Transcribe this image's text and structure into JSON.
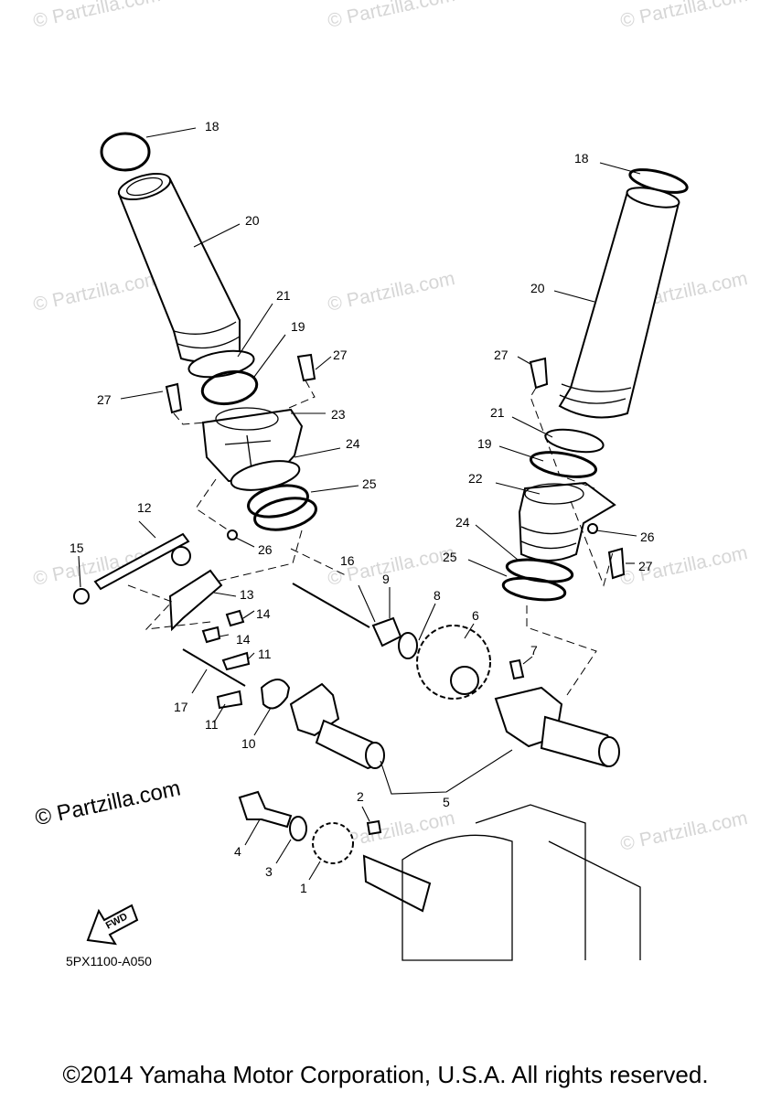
{
  "watermark_text": "© Partzilla.com",
  "partzilla_logo": "© Partzilla.com",
  "diagram_code": "5PX1100-A050",
  "fwd_label": "FWD",
  "copyright": "©2014 Yamaha Motor Corporation, U.S.A. All rights reserved.",
  "callouts": {
    "c18a": "18",
    "c20a": "20",
    "c21a": "21",
    "c19a": "19",
    "c27a": "27",
    "c27b": "27",
    "c23": "23",
    "c24a": "24",
    "c25a": "25",
    "c26a": "26",
    "c18b": "18",
    "c20b": "20",
    "c27c": "27",
    "c21b": "21",
    "c19b": "19",
    "c22": "22",
    "c26b": "26",
    "c24b": "24",
    "c25b": "25",
    "c27d": "27",
    "c12": "12",
    "c15": "15",
    "c16": "16",
    "c13": "13",
    "c14a": "14",
    "c14b": "14",
    "c11a": "11",
    "c11b": "11",
    "c17": "17",
    "c10": "10",
    "c9": "9",
    "c8": "8",
    "c6": "6",
    "c7": "7",
    "c5": "5",
    "c2": "2",
    "c4": "4",
    "c3": "3",
    "c1": "1"
  }
}
